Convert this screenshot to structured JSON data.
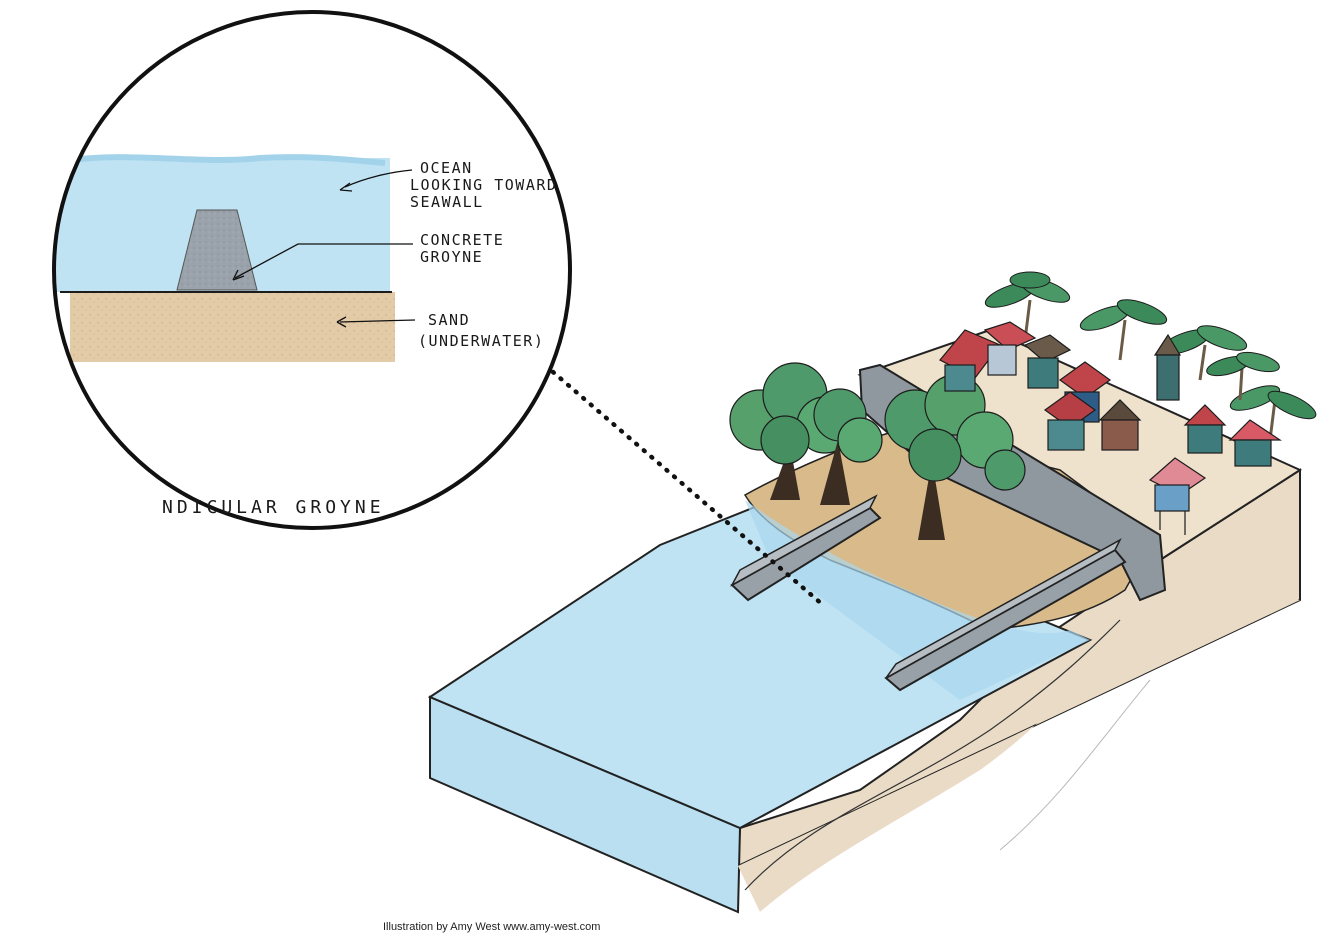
{
  "callout": {
    "ocean_label_1": "OCEAN",
    "ocean_label_2": "LOOKING TOWARD",
    "ocean_label_3": "SEAWALL",
    "groyne_label_1": "CONCRETE",
    "groyne_label_2": "GROYNE",
    "sand_label_1": "SAND",
    "sand_label_2": "(UNDERWATER)",
    "title_fragment": "NDICULAR GROYNE"
  },
  "credit": "Illustration by Amy West www.amy-west.com",
  "colors": {
    "water": "#bfe3f3",
    "water_dark": "#a5d5ec",
    "sand": "#e6cfae",
    "beach": "#d9bb8b",
    "concrete": "#9aa3ab",
    "block_side": "#eadbc6",
    "tree": "#4f9a6a",
    "palm": "#3c8a5a",
    "roof": "#c0454b"
  }
}
